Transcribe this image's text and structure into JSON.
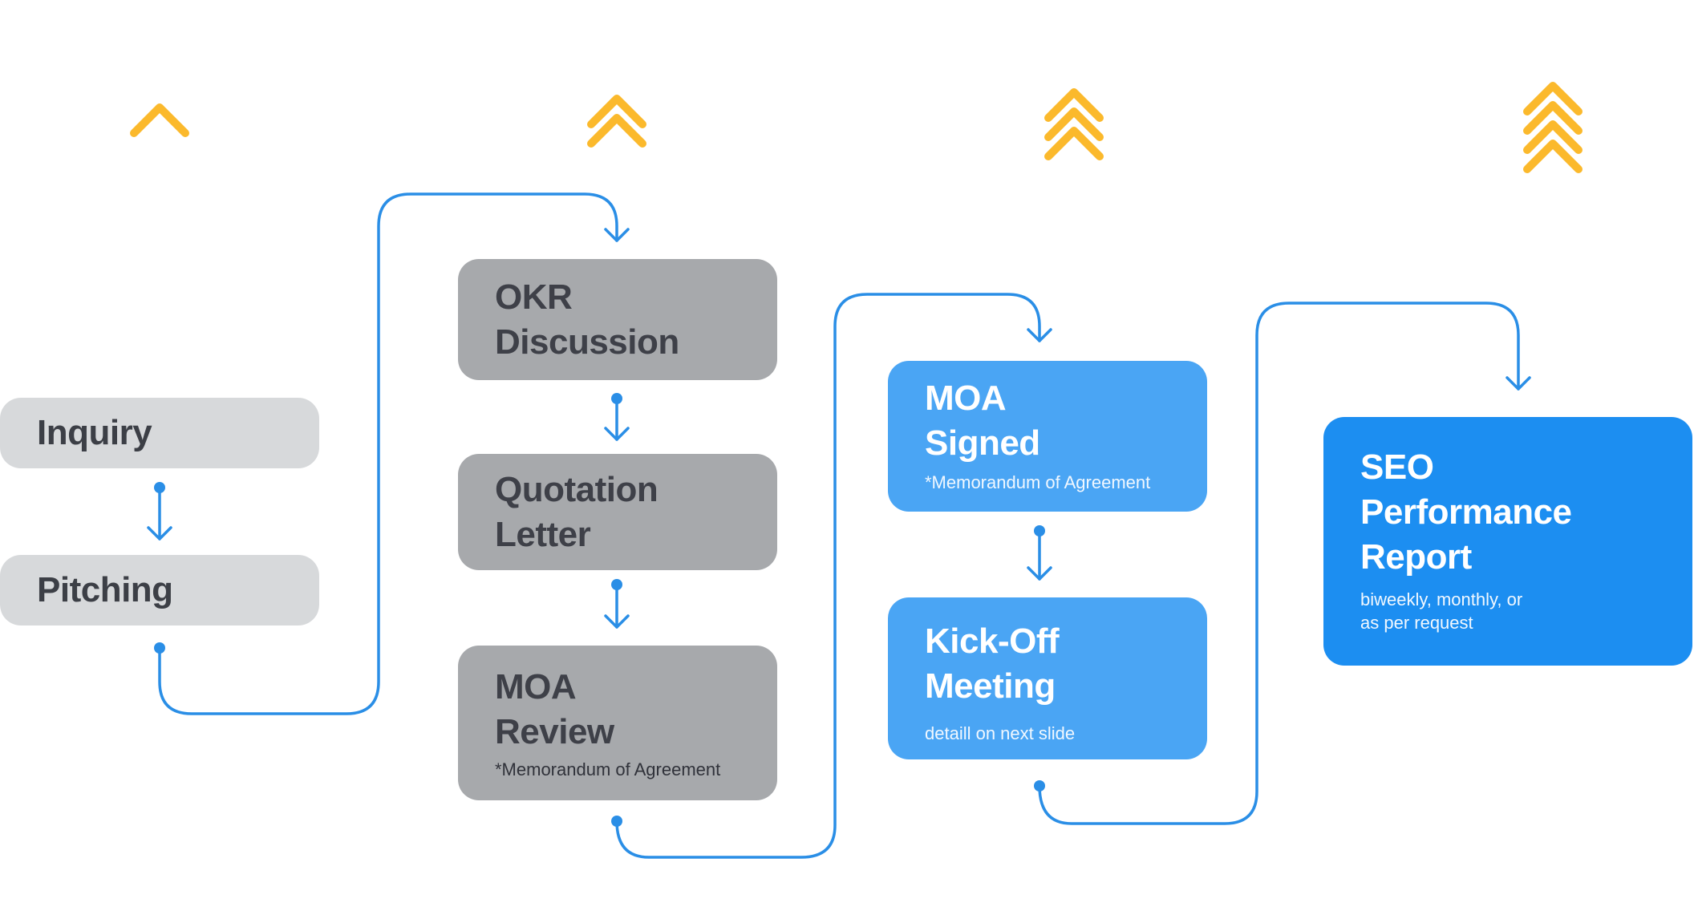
{
  "colors": {
    "arrow": "#2a8ee6",
    "chevron": "#fbb92c",
    "light_box": "#d7d9db",
    "grey_box": "#a7a9ac",
    "blue_box": "#4aa5f4",
    "strong_box": "#1c8ef1"
  },
  "chevron_levels": [
    1,
    2,
    3,
    4
  ],
  "nodes": {
    "inquiry": {
      "title": [
        "Inquiry"
      ]
    },
    "pitching": {
      "title": [
        "Pitching"
      ]
    },
    "okr": {
      "title": [
        "OKR",
        "Discussion"
      ]
    },
    "quotation": {
      "title": [
        "Quotation",
        "Letter"
      ]
    },
    "moa_review": {
      "title": [
        "MOA",
        "Review"
      ],
      "note": "*Memorandum of Agreement"
    },
    "moa_signed": {
      "title": [
        "MOA",
        "Signed"
      ],
      "note": "*Memorandum of Agreement"
    },
    "kickoff": {
      "title": [
        "Kick-Off",
        "Meeting"
      ],
      "note": "detaill on next slide"
    },
    "seo": {
      "title": [
        "SEO",
        "Performance",
        "Report"
      ],
      "note_lines": [
        "biweekly, monthly, or",
        "as per request"
      ]
    }
  }
}
